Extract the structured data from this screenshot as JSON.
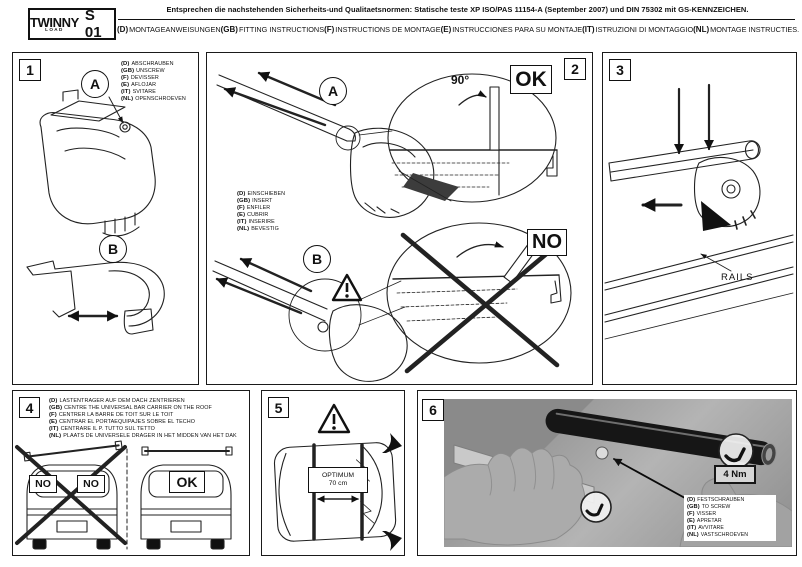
{
  "header": {
    "logo": {
      "brand": "TWINNY",
      "sub": "LOAD",
      "model": "S 01"
    },
    "norm_text": "Entsprechen die nachstehenden Sicherheits-und Qualitaetsnormen: Statische teste XP ISO/PAS 11154-A (September 2007) und DIN 75302 mit GS-KENNZEICHEN.",
    "languages": [
      {
        "code": "(D)",
        "text": "MONTAGEANWEISUNGEN"
      },
      {
        "code": "(GB)",
        "text": "FITTING INSTRUCTIONS"
      },
      {
        "code": "(F)",
        "text": "INSTRUCTIONS DE MONTAGE"
      },
      {
        "code": "(E)",
        "text": "INSTRUCCIONES PARA SU MONTAJE"
      },
      {
        "code": "(IT)",
        "text": "ISTRUZIONI DI MONTAGGIO"
      },
      {
        "code": "(NL)",
        "text": "MONTAGE INSTRUCTIES."
      }
    ]
  },
  "panel1": {
    "number": "1",
    "step_a": "A",
    "step_b": "B",
    "instructions": [
      {
        "code": "(D)",
        "text": "ABSCHRAUBEN"
      },
      {
        "code": "(GB)",
        "text": "UNSCREW"
      },
      {
        "code": "(F)",
        "text": "DEVISSER"
      },
      {
        "code": "(E)",
        "text": "AFLOJAR"
      },
      {
        "code": "(IT)",
        "text": "SVITARE"
      },
      {
        "code": "(NL)",
        "text": "OPENSCHROEVEN"
      }
    ]
  },
  "panel2": {
    "number": "2",
    "step_a": "A",
    "step_b": "B",
    "angle_label": "90°",
    "ok_label": "OK",
    "no_label": "NO",
    "instructions": [
      {
        "code": "(D)",
        "text": "EINSCHIEBEN"
      },
      {
        "code": "(GB)",
        "text": "INSERT"
      },
      {
        "code": "(F)",
        "text": "ENFILER"
      },
      {
        "code": "(E)",
        "text": "CUBRIR"
      },
      {
        "code": "(IT)",
        "text": "INSERIRE"
      },
      {
        "code": "(NL)",
        "text": "BEVESTIG"
      }
    ]
  },
  "panel3": {
    "number": "3",
    "rails_label": "RAILS"
  },
  "panel4": {
    "number": "4",
    "no_label_1": "NO",
    "no_label_2": "NO",
    "ok_label": "OK",
    "instructions": [
      {
        "code": "(D)",
        "text": "LASTENTRAGER AUF DEM DACH ZENTRIEREN"
      },
      {
        "code": "(GB)",
        "text": "CENTRE THE UNIVERSAL BAR CARRIER ON THE ROOF"
      },
      {
        "code": "(F)",
        "text": "CENTRER LA BARRE DE TOIT SUR LE TOIT"
      },
      {
        "code": "(E)",
        "text": "CENTRAR EL PORTAEQUIPAJES SOBRE EL TECHO"
      },
      {
        "code": "(IT)",
        "text": "CENTRARE IL P. TUTTO SUL TETTO"
      },
      {
        "code": "(NL)",
        "text": "PLAATS DE UNIVERSELE DRAGER IN HET MIDDEN VAN HET DAK"
      }
    ]
  },
  "panel5": {
    "number": "5",
    "optimum_label": "OPTIMUM",
    "distance_label": "70 cm"
  },
  "panel6": {
    "number": "6",
    "torque_label": "4 Nm",
    "instructions": [
      {
        "code": "(D)",
        "text": "FESTSCHRAUBEN"
      },
      {
        "code": "(GB)",
        "text": "TO SCREW"
      },
      {
        "code": "(F)",
        "text": "VISSER"
      },
      {
        "code": "(E)",
        "text": "APRETAR"
      },
      {
        "code": "(IT)",
        "text": "AVVITARE"
      },
      {
        "code": "(NL)",
        "text": "VASTSCHROEVEN"
      }
    ]
  },
  "colors": {
    "ink": "#111111",
    "photo_gray": "#9a9a9a"
  }
}
